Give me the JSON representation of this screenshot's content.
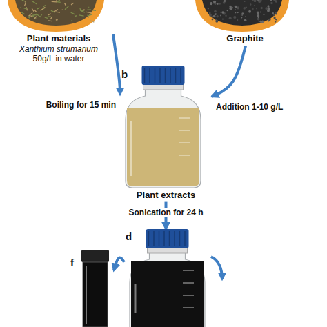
{
  "diagram": {
    "nodes": [
      {
        "text": [
          "Plant materials",
          "Xanthium strumarium",
          "50g/L in water"
        ]
      },
      {
        "text": [
          "Graphite"
        ]
      },
      {
        "text": [
          "b",
          "Plant extracts"
        ]
      },
      {
        "text": [
          "d"
        ]
      },
      {
        "text": [
          "f"
        ]
      }
    ],
    "edges": [
      {
        "from": 0,
        "to": 2,
        "arrow": "to",
        "label": "Boiling for 15 min"
      },
      {
        "from": 1,
        "to": 2,
        "arrow": "to",
        "label": "Addition 1-10 g/L"
      },
      {
        "from": 2,
        "to": 3,
        "arrow": "to",
        "label": "Sonication for 24 h"
      },
      {
        "from": 3,
        "to": 4,
        "arrow": "to"
      }
    ]
  }
}
